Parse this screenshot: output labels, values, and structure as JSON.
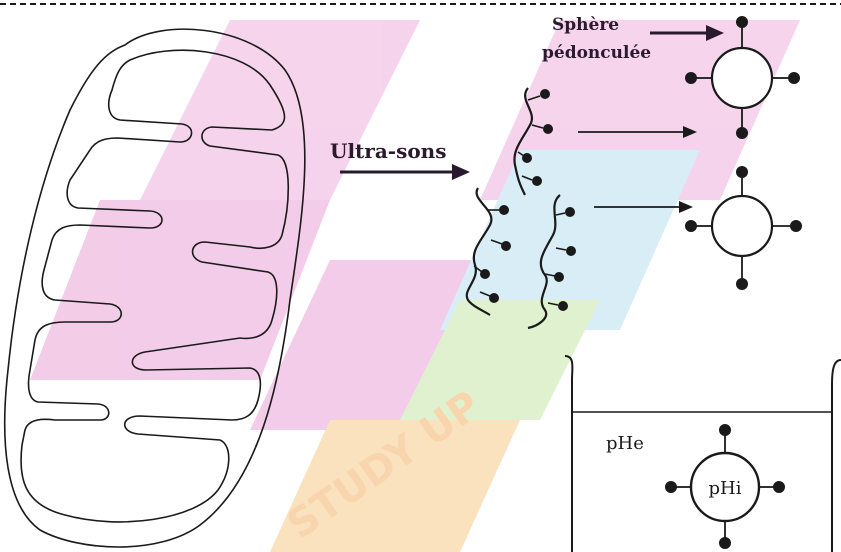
{
  "labels": {
    "sphere": "Sphère",
    "pedonculee": "pédonculée",
    "ultrasons": "Ultra-sons",
    "phe": "pHe",
    "phi": "pHi"
  },
  "colors": {
    "ink": "#1a1a1a",
    "label_ink": "#2a1a2e",
    "watermark_pink": "#e8a6d8",
    "watermark_orange": "#f5c27a",
    "watermark_blue": "#a9d4ee",
    "watermark_green": "#bfe3a0"
  },
  "watermark": {
    "text": "STUDY UP"
  }
}
